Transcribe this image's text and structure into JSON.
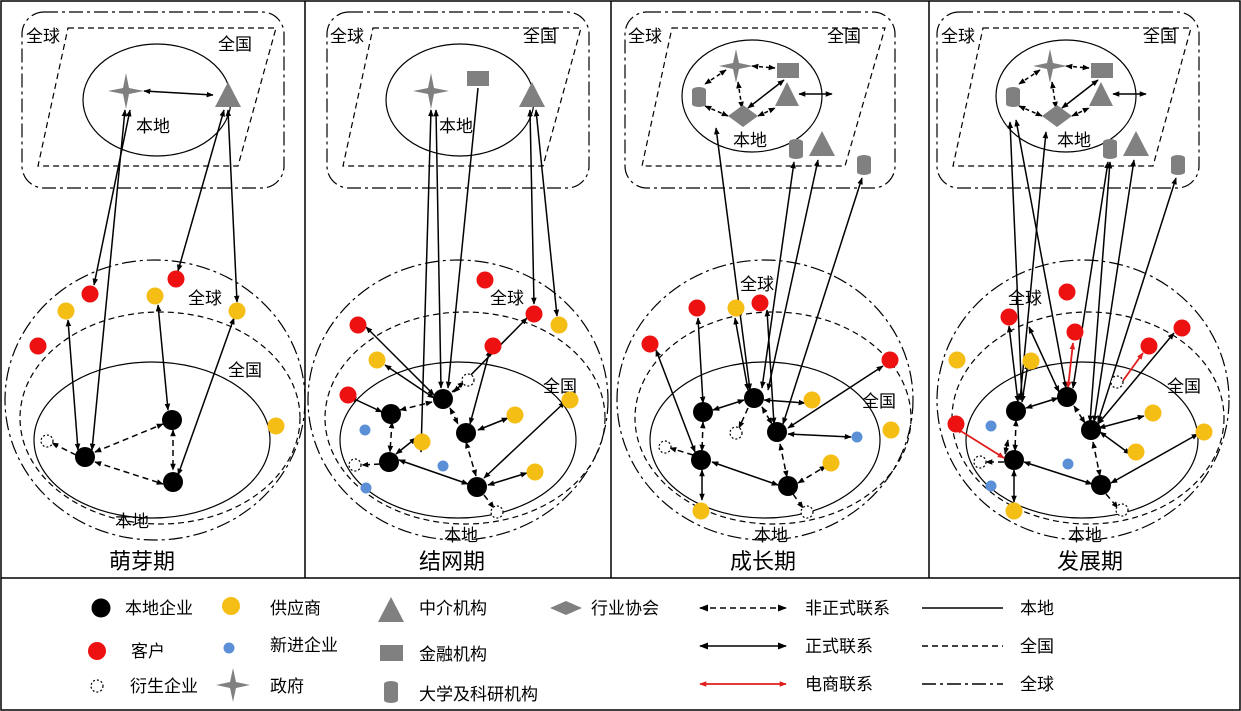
{
  "colors": {
    "local_firm": "#000000",
    "customer": "#ee1111",
    "supplier": "#f5be14",
    "new_firm": "#5b8fd6",
    "institution": "#808080",
    "ecommerce_link": "#e11d1d"
  },
  "panels": [
    {
      "stage": "萌芽期",
      "world_label": "全球",
      "nation_label": "全国",
      "local_label": "本地",
      "sphere_global_label": "全球",
      "sphere_nation_label": "全国",
      "sphere_local_label": "本地"
    },
    {
      "stage": "结网期",
      "world_label": "全球",
      "nation_label": "全国",
      "local_label": "本地",
      "sphere_global_label": "全球",
      "sphere_nation_label": "全国",
      "sphere_local_label": "本地"
    },
    {
      "stage": "成长期",
      "world_label": "全球",
      "nation_label": "全国",
      "local_label": "本地",
      "sphere_global_label": "全球",
      "sphere_nation_label": "全国",
      "sphere_local_label": "本地"
    },
    {
      "stage": "发展期",
      "world_label": "全球",
      "nation_label": "全国",
      "local_label": "本地",
      "sphere_global_label": "全球",
      "sphere_nation_label": "全国",
      "sphere_local_label": "本地"
    }
  ],
  "legend": {
    "local_firm": "本地企业",
    "supplier": "供应商",
    "customer": "客户",
    "new_firm": "新进企业",
    "spinoff_firm": "衍生企业",
    "government": "政府",
    "intermediary": "中介机构",
    "finance": "金融机构",
    "university": "大学及科研机构",
    "association": "行业协会",
    "informal_link": "非正式联系",
    "formal_link": "正式联系",
    "ecommerce_link": "电商联系",
    "scope_local": "本地",
    "scope_national": "全国",
    "scope_global": "全球"
  }
}
